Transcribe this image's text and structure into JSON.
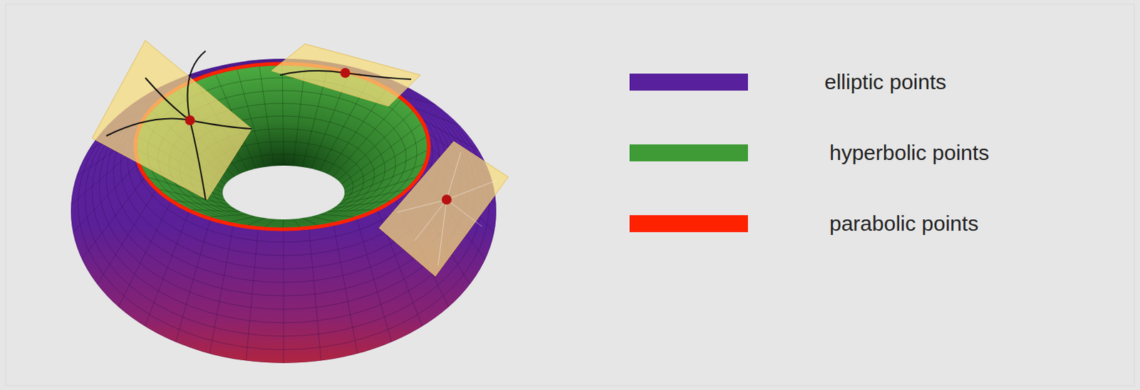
{
  "diagram": {
    "legend": [
      {
        "text": "elliptic points",
        "color": "#58209c"
      },
      {
        "text": "hyperbolic points",
        "color": "#3e9b36"
      },
      {
        "text": "parabolic points",
        "color": "#ff2200"
      }
    ]
  }
}
